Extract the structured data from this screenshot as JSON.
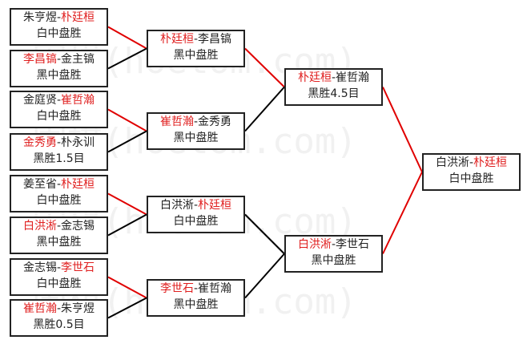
{
  "watermark": "围棋(hoetom.com)",
  "colors": {
    "winner_text": "#e02020",
    "winner_line": "#e00000",
    "loser_line": "#000000"
  },
  "round1": [
    {
      "p1": "朱亨煜",
      "p2": "朴廷桓",
      "winner": 2,
      "result": "白中盘胜"
    },
    {
      "p1": "李昌镐",
      "p2": "金主镐",
      "winner": 1,
      "result": "黑中盘胜"
    },
    {
      "p1": "金庭贤",
      "p2": "崔哲瀚",
      "winner": 2,
      "result": "白中盘胜"
    },
    {
      "p1": "金秀勇",
      "p2": "朴永训",
      "winner": 1,
      "result": "黑胜1.5目"
    },
    {
      "p1": "姜至省",
      "p2": "朴廷桓",
      "winner": 2,
      "result": "白中盘胜"
    },
    {
      "p1": "白洪淅",
      "p2": "金志锡",
      "winner": 1,
      "result": "黑中盘胜"
    },
    {
      "p1": "金志锡",
      "p2": "李世石",
      "winner": 2,
      "result": "白中盘胜"
    },
    {
      "p1": "崔哲瀚",
      "p2": "朱亨煜",
      "winner": 1,
      "result": "黑胜0.5目"
    }
  ],
  "round2": [
    {
      "p1": "朴廷桓",
      "p2": "李昌镐",
      "winner": 1,
      "result": "黑中盘胜"
    },
    {
      "p1": "崔哲瀚",
      "p2": "金秀勇",
      "winner": 1,
      "result": "黑中盘胜"
    },
    {
      "p1": "白洪淅",
      "p2": "朴廷桓",
      "winner": 2,
      "result": "白中盘胜"
    },
    {
      "p1": "李世石",
      "p2": "崔哲瀚",
      "winner": 1,
      "result": "黑中盘胜"
    }
  ],
  "round3": [
    {
      "p1": "朴廷桓",
      "p2": "崔哲瀚",
      "winner": 1,
      "result": "黑胜4.5目"
    },
    {
      "p1": "白洪淅",
      "p2": "李世石",
      "winner": 1,
      "result": "黑中盘胜"
    }
  ],
  "final": [
    {
      "p1": "白洪淅",
      "p2": "朴廷桓",
      "winner": 2,
      "result": "白中盘胜"
    }
  ]
}
